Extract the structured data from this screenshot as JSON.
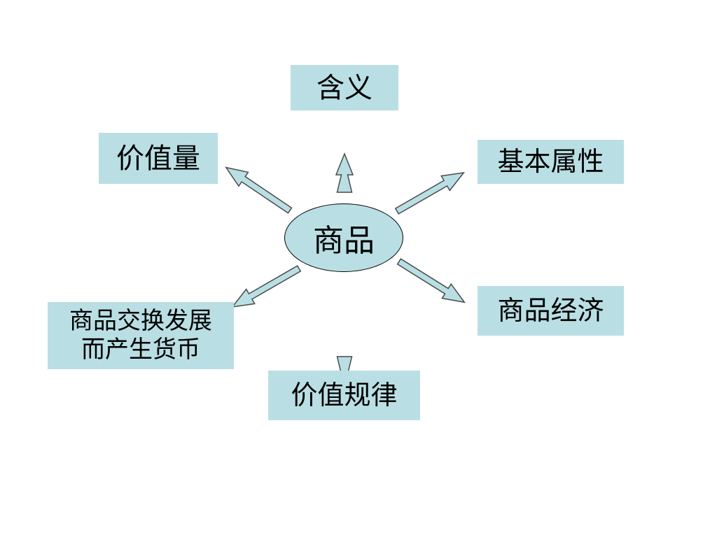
{
  "center": {
    "label": "商品"
  },
  "nodes": {
    "meaning": {
      "label": "含义"
    },
    "value_quantity": {
      "label": "价值量"
    },
    "basic_attributes": {
      "label": "基本属性"
    },
    "commodity_economy": {
      "label": "商品经济"
    },
    "money_origin": {
      "line1": "商品交换发展",
      "line2": "而产生货币"
    },
    "law_of_value": {
      "label": "价值规律"
    }
  },
  "colors": {
    "box_fill": "#b9dfe4",
    "arrow_stroke": "#4a4a4a",
    "center_border": "#000000"
  }
}
